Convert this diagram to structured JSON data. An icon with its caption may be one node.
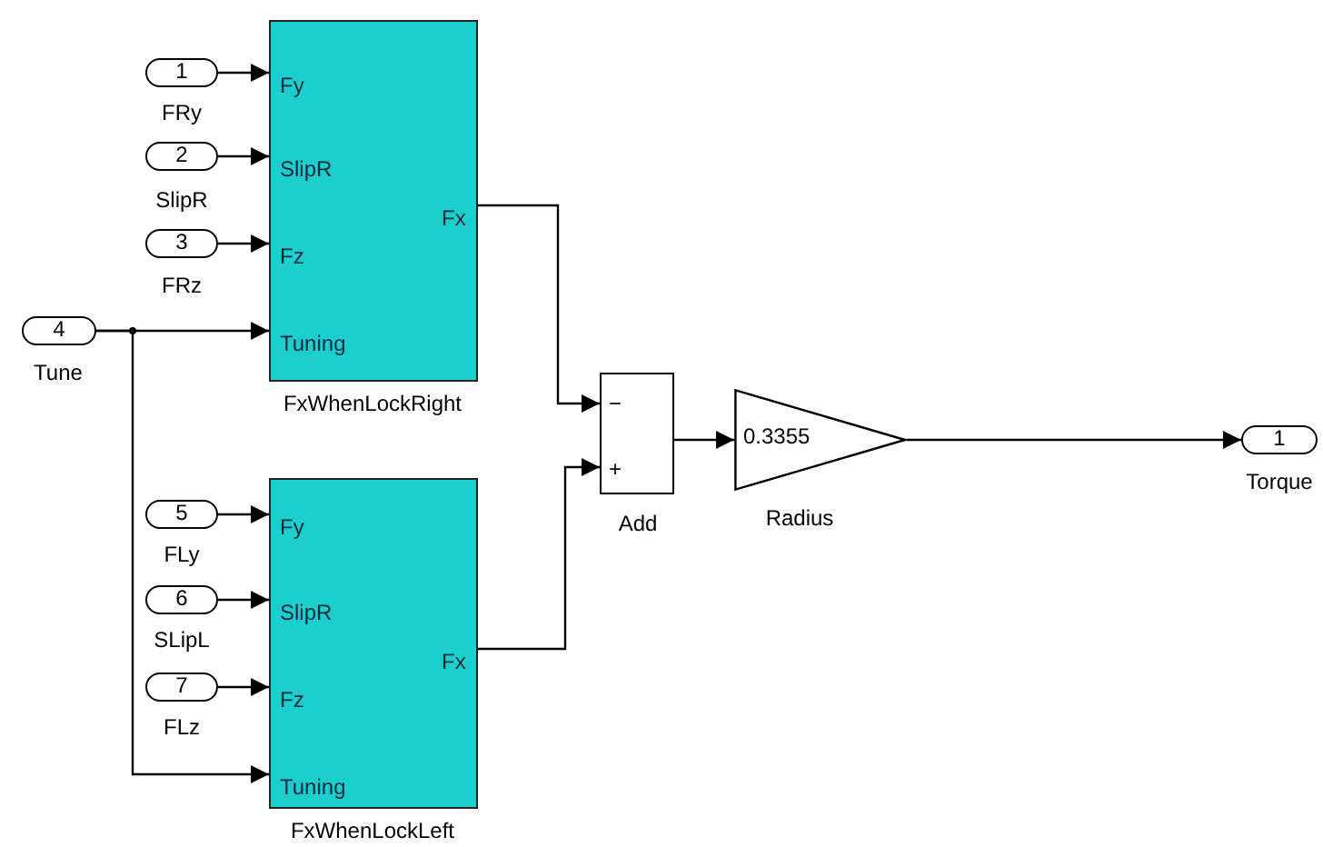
{
  "diagram": {
    "nodes": [
      {
        "text": [
          "1"
        ],
        "beside": [
          "FRy"
        ]
      },
      {
        "text": [
          "2"
        ],
        "beside": [
          "SlipR"
        ]
      },
      {
        "text": [
          "3"
        ],
        "beside": [
          "FRz"
        ]
      },
      {
        "text": [
          "4"
        ],
        "beside": [
          "Tune"
        ]
      },
      {
        "text": [
          "Fy",
          "SlipR",
          "Fz",
          "Tuning",
          "Fx"
        ],
        "beside": [
          "FxWhenLockRight"
        ]
      },
      {
        "text": [
          "5"
        ],
        "beside": [
          "FLy"
        ]
      },
      {
        "text": [
          "6"
        ],
        "beside": [
          "SLipL"
        ]
      },
      {
        "text": [
          "7"
        ],
        "beside": [
          "FLz"
        ]
      },
      {
        "text": [
          "Fy",
          "SlipR",
          "Fz",
          "Tuning",
          "Fx"
        ],
        "beside": [
          "FxWhenLockLeft"
        ]
      },
      {
        "text": [
          "−",
          "+"
        ],
        "beside": [
          "Add"
        ]
      },
      {
        "text": [
          "0.3355"
        ],
        "beside": [
          "Radius"
        ]
      },
      {
        "text": [
          "1"
        ],
        "beside": [
          "Torque"
        ]
      }
    ],
    "edges": [
      {
        "from": 0,
        "to": 4,
        "arrow": "to"
      },
      {
        "from": 1,
        "to": 4,
        "arrow": "to"
      },
      {
        "from": 2,
        "to": 4,
        "arrow": "to"
      },
      {
        "from": 3,
        "to": 4,
        "arrow": "to"
      },
      {
        "from": 3,
        "to": 8,
        "arrow": "to"
      },
      {
        "from": 5,
        "to": 8,
        "arrow": "to"
      },
      {
        "from": 6,
        "to": 8,
        "arrow": "to"
      },
      {
        "from": 7,
        "to": 8,
        "arrow": "to"
      },
      {
        "from": 4,
        "to": 9,
        "arrow": "to"
      },
      {
        "from": 8,
        "to": 9,
        "arrow": "to"
      },
      {
        "from": 9,
        "to": 10,
        "arrow": "to"
      },
      {
        "from": 10,
        "to": 11,
        "arrow": "to"
      }
    ]
  }
}
